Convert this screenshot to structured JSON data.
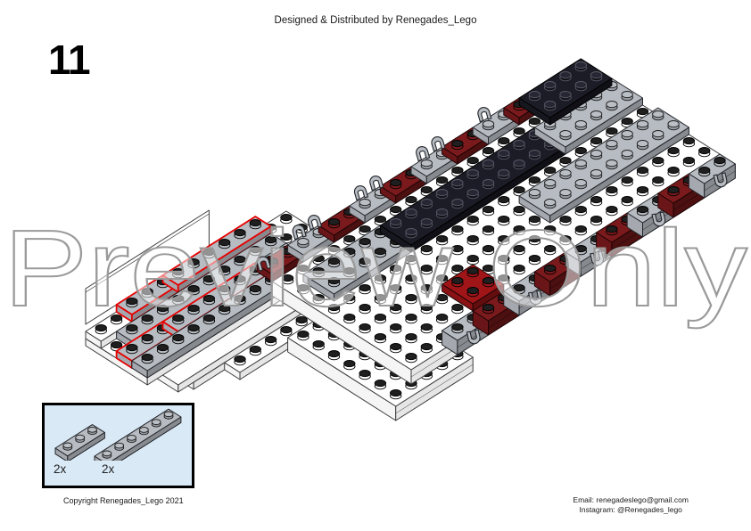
{
  "page": {
    "background": "#ffffff",
    "header": "Designed & Distributed by Renegades_Lego",
    "step_number": "11",
    "watermark": "Preview Only",
    "footer_left": "Copyright Renegades_Lego 2021",
    "footer_right": {
      "email": "Email: renegadeslego@gmail.com",
      "instagram": "Instagram: @Renegades_lego"
    }
  },
  "parts_callout": {
    "items": [
      {
        "part": "light-gray-plate-1x3",
        "count_label": "2x",
        "studs": 3
      },
      {
        "part": "light-gray-plate-1x6",
        "count_label": "2x",
        "studs": 6
      }
    ],
    "background": "#d9e9f6",
    "border_color": "#000000"
  },
  "diagram": {
    "description": "Isometric LEGO instruction drawing for step 11: a long hull section built of white plates with a dark-red and light-gray clip-plate edge along the far and near sides, a black 2x10 plate and black 2x4 plate on top, gray plates at the right end, a bright red 2x2 plate near the front edge, and a wireframe bow section at lower left where new light-gray 1x3 and 1x6 plates are highlighted with red outlines.",
    "colors": {
      "plate_white": "#ffffff",
      "plate_gray": "#b7bcc2",
      "plate_dark_red": "#7b1a1c",
      "plate_bright_red": "#a01518",
      "plate_black": "#1c1c26",
      "stud_black": "#1f1f1f",
      "new_part_outline": "#e60000",
      "wireframe_outline": "#3c3c3c",
      "watermark_stroke": "#9a9a9a"
    }
  }
}
